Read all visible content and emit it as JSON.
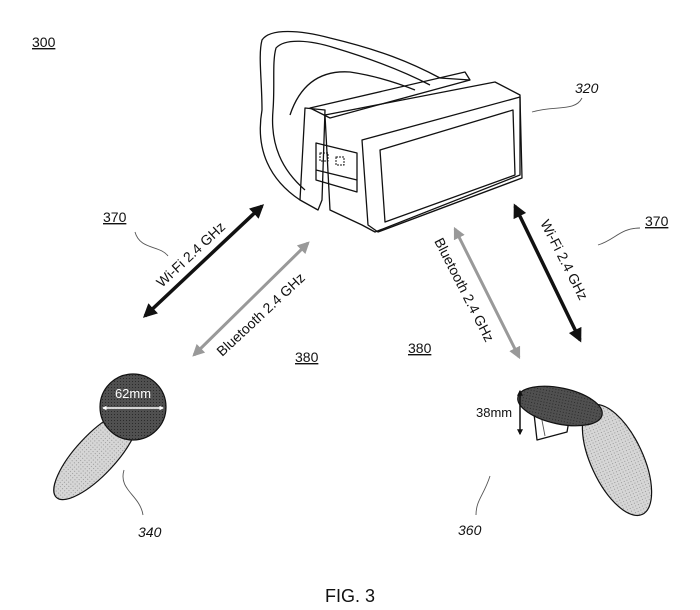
{
  "figure": {
    "ref_number": "300",
    "caption": "FIG. 3"
  },
  "headset": {
    "ref": "320"
  },
  "left_controller": {
    "ref": "340",
    "dimension": "62mm"
  },
  "right_controller": {
    "ref": "360",
    "dimension": "38mm"
  },
  "links": {
    "wifi_left": {
      "label": "Wi-Fi 2.4 GHz",
      "ref": "370"
    },
    "bluetooth_left": {
      "label": "Bluetooth 2.4 GHz",
      "ref": "380"
    },
    "wifi_right": {
      "label": "Wi-Fi 2.4 GHz",
      "ref": "370"
    },
    "bluetooth_right": {
      "label": "Bluetooth 2.4 GHz",
      "ref": "380"
    }
  },
  "colors": {
    "line": "#111111",
    "dark_fill": "#4a4a4a",
    "light_fill": "#cfcfcf",
    "bluetooth_arrow": "#9a9a9a"
  }
}
